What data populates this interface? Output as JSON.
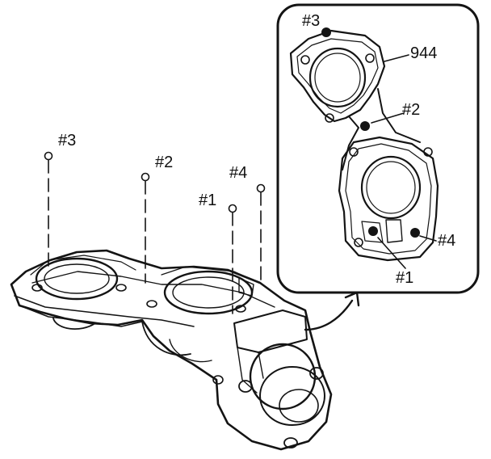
{
  "figure": {
    "labels": {
      "main_bolt_3": "#3",
      "main_bolt_2": "#2",
      "main_bolt_4": "#4",
      "main_bolt_1": "#1",
      "inset_bolt_3": "#3",
      "inset_bolt_2": "#2",
      "inset_bolt_4": "#4",
      "inset_bolt_1": "#1",
      "inset_part_ref": "944"
    }
  }
}
